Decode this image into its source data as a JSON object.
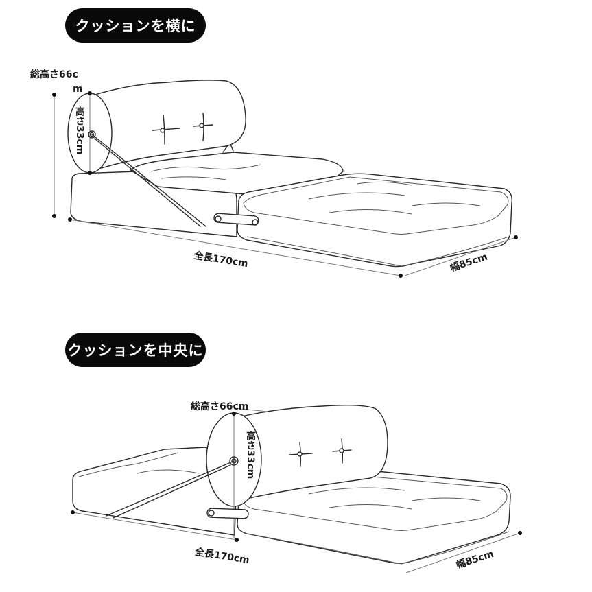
{
  "sections": [
    {
      "title": "クッションを横に",
      "dimensions": {
        "total_height_line1": "総高さ66c",
        "total_height_line2": "m",
        "cushion_height": "高さ33cm",
        "total_length": "全長170cm",
        "width": "幅85cm"
      }
    },
    {
      "title": "クッションを中央に",
      "dimensions": {
        "total_height": "総高さ66cm",
        "cushion_height": "高さ33cm",
        "total_length": "全長170cm",
        "width": "幅85cm"
      }
    }
  ],
  "colors": {
    "pill_bg": "#0a0a0a",
    "pill_text": "#ffffff",
    "line": "#2a2a2a"
  }
}
